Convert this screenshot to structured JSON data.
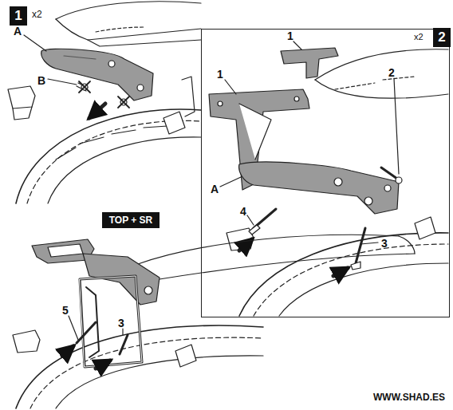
{
  "diagram": {
    "nodes": [
      {
        "text": [
          "1"
        ]
      },
      {
        "text": [
          "x2"
        ]
      },
      {
        "text": [
          "2"
        ],
        "in": 1
      },
      {
        "text": [
          "TOP + SR"
        ]
      }
    ],
    "labels": [
      "x2",
      "A",
      "B",
      "1",
      "1",
      "2",
      "A",
      "4",
      "3",
      "5",
      "3",
      "WWW.SHAD.ES"
    ]
  }
}
